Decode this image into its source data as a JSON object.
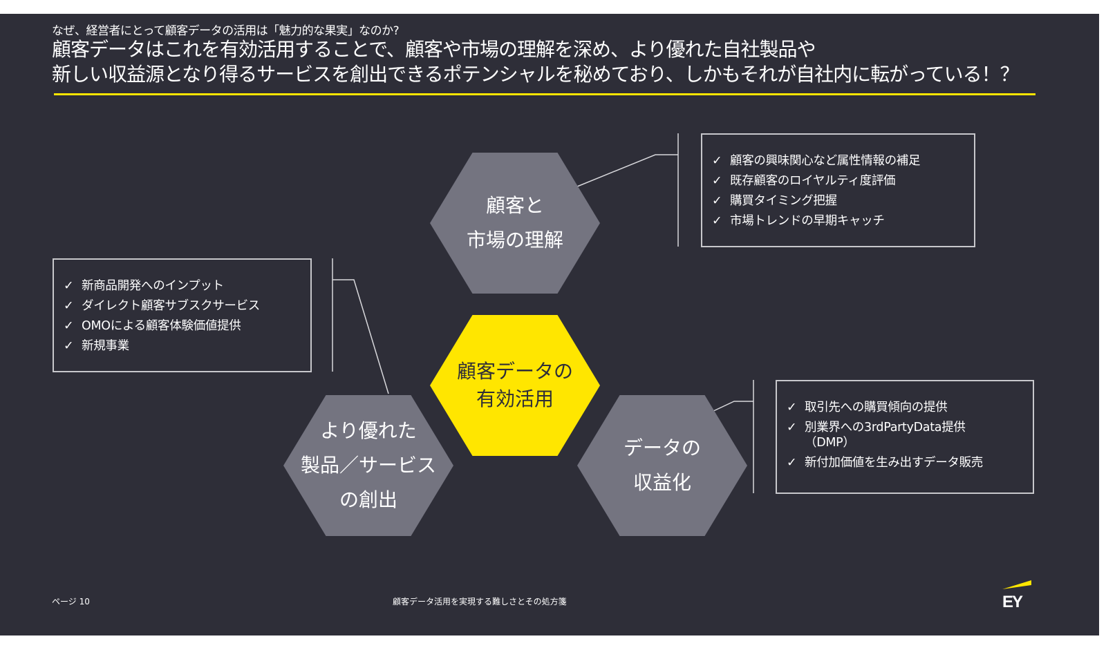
{
  "header": {
    "subtitle": "なぜ、経営者にとって顧客データの活用は「魅力的な果実」なのか?",
    "title_line1": "顧客データはこれを有効活用することで、顧客や市場の理解を深め、より優れた自社製品や",
    "title_line2": "新しい収益源となり得るサービスを創出できるポテンシャルを秘めており、しかもそれが自社内に転がっている！？"
  },
  "hexagons": {
    "core": {
      "line1": "顧客データの",
      "line2": "有効活用"
    },
    "top": {
      "line1": "顧客と",
      "line2": "市場の理解"
    },
    "left": {
      "line1": "より優れた",
      "line2": "製品／サービス",
      "line3": "の創出"
    },
    "right": {
      "line1": "データの",
      "line2": "収益化"
    }
  },
  "boxes": {
    "top": [
      "顧客の興味関心など属性情報の補足",
      "既存顧客のロイヤルティ度評価",
      "購買タイミング把握",
      "市場トレンドの早期キャッチ"
    ],
    "left": [
      "新商品開発へのインプット",
      "ダイレクト顧客サブスクサービス",
      "OMOによる顧客体験価値提供",
      "新規事業"
    ],
    "right": [
      "取引先への購買傾向の提供",
      "別業界への3rdPartyData提供",
      "（DMP）",
      "新付加価値を生み出すデータ販売"
    ]
  },
  "check": "✓",
  "footer": {
    "page": "ページ 10",
    "doc_title": "顧客データ活用を実現する難しさとその処方箋",
    "logo": "EY"
  },
  "colors": {
    "background": "#2e2e38",
    "accent": "#ffe600",
    "hex": "#747480"
  }
}
